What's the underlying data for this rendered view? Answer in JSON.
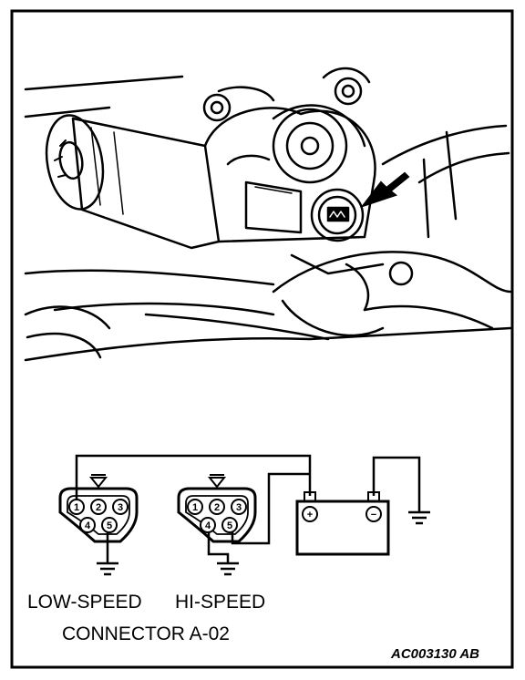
{
  "labels": {
    "low_speed": "LOW-SPEED",
    "hi_speed": "HI-SPEED",
    "connector": "CONNECTOR A-02",
    "figure_code": "AC003130 AB"
  },
  "connector_pins": {
    "low": [
      "1",
      "2",
      "3",
      "4",
      "5"
    ],
    "high": [
      "1",
      "2",
      "3",
      "4",
      "5"
    ]
  },
  "battery": {
    "positive": "+",
    "negative": "−"
  },
  "colors": {
    "line": "#000000",
    "background": "#ffffff"
  }
}
